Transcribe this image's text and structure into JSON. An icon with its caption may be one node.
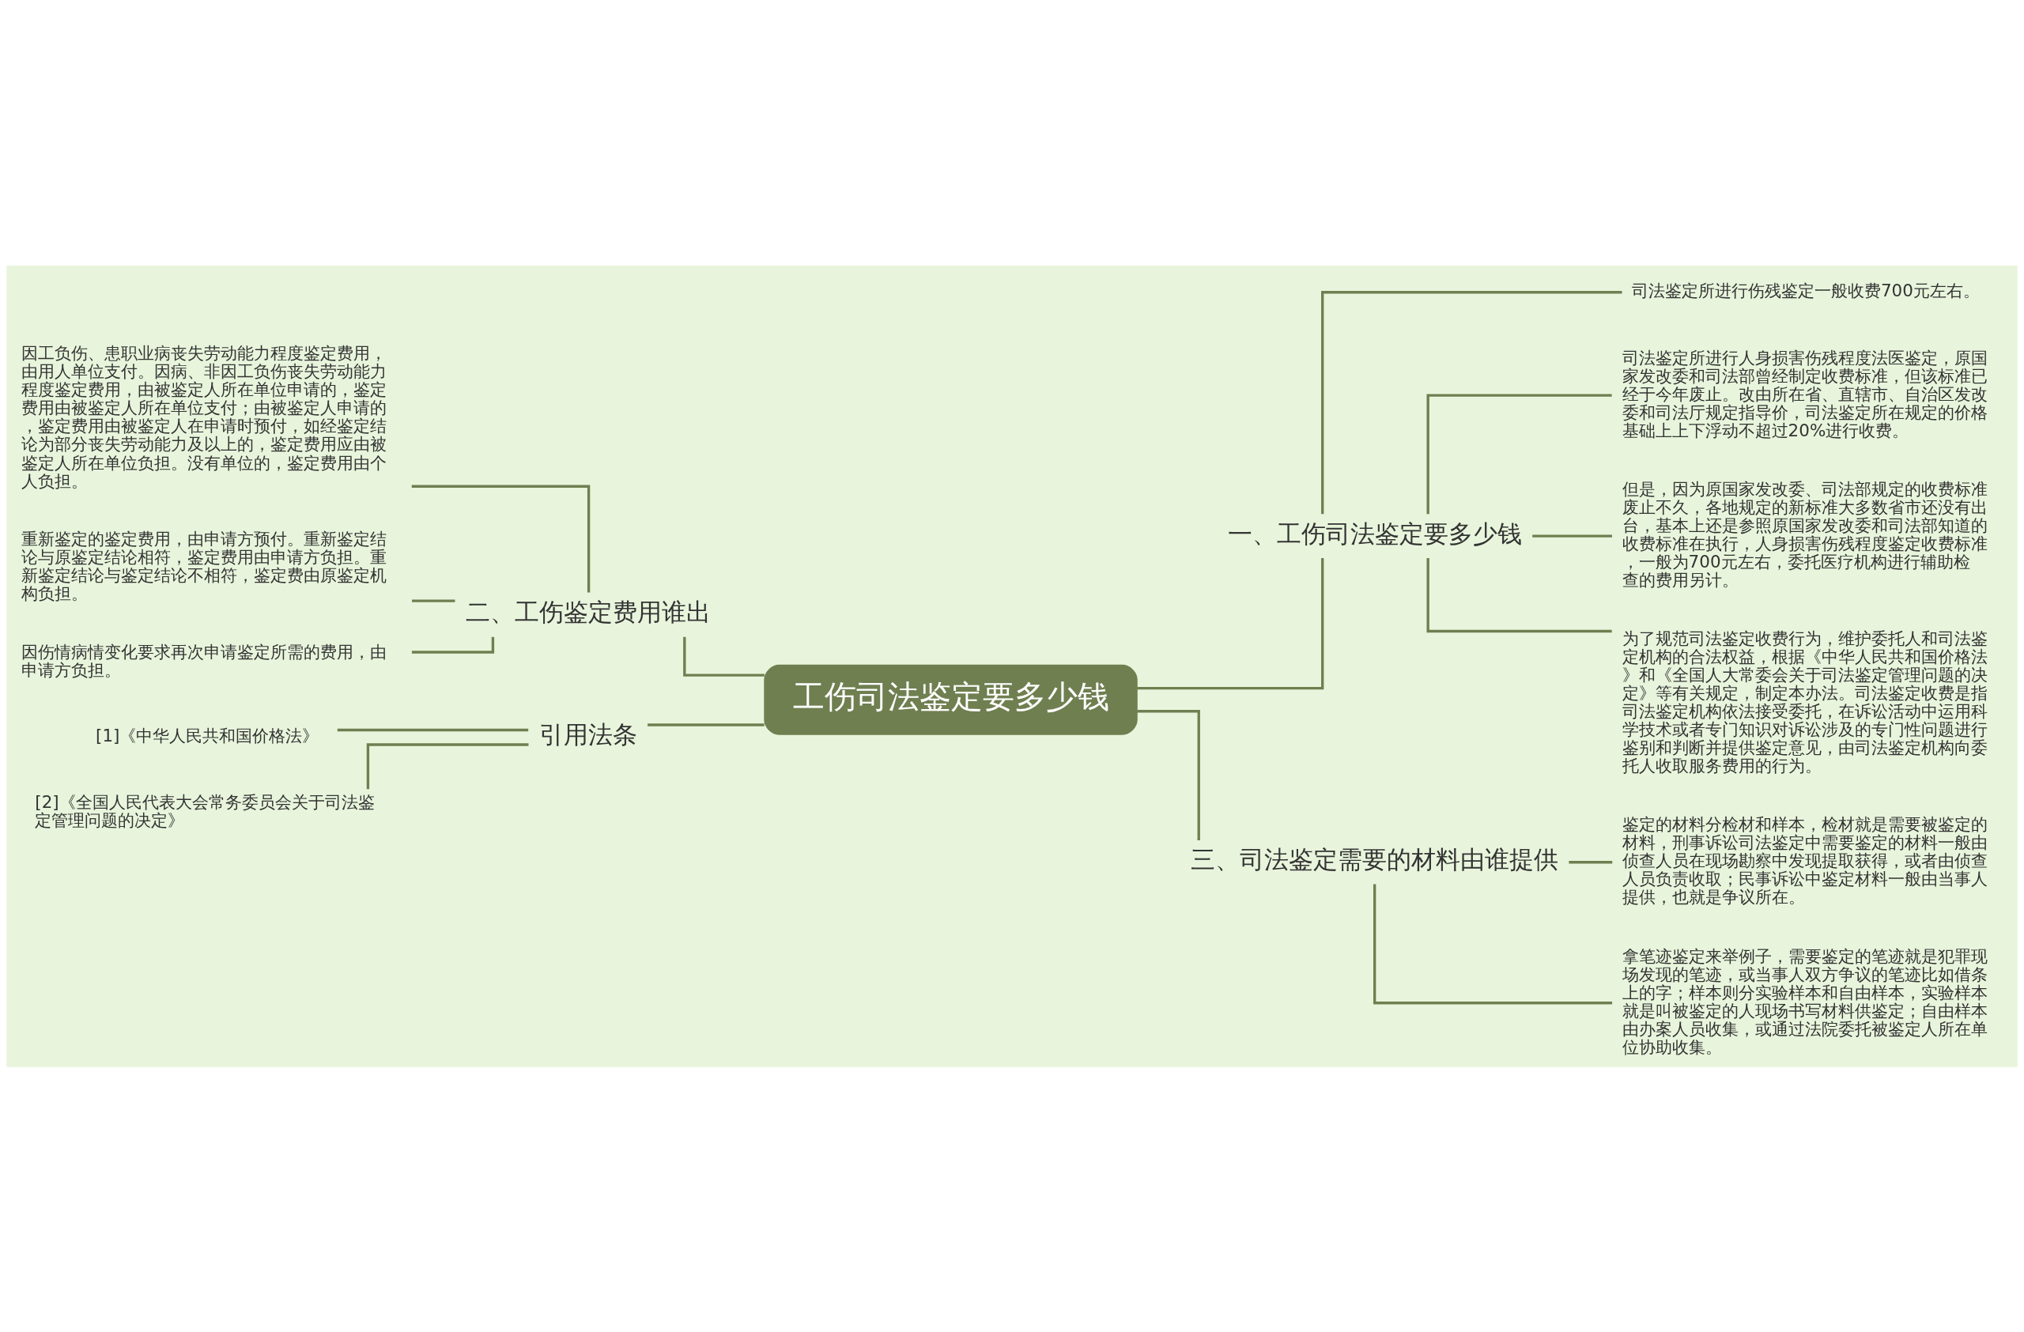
{
  "diagram": {
    "nodes": [
      {
        "text": [
          "工伤司法鉴定要多少钱"
        ]
      },
      {
        "text": [
          "一、工伤司法鉴定要多少钱"
        ]
      },
      {
        "text": [
          "司法鉴定所进行伤残鉴定一般收费700元左右。"
        ]
      },
      {
        "text": [
          "司法鉴定所进行人身损害伤残程度法医鉴定，原国家发改委和司法部曾经制定收费标准，但该标准已经于今年废止。改由所在省、直辖市、自治区发改委和司法厅规定指导价，司法鉴定所在规定的价格基础上上下浮动不超过20%进行收费。"
        ]
      },
      {
        "text": [
          "但是，因为原国家发改委、司法部规定的收费标准废止不久，各地规定的新标准大多数省市还没有出台，基本上还是参照原国家发改委和司法部知道的收费标准在执行，人身损害伤残程度鉴定收费标准，一般为700元左右，委托医疗机构进行辅助检查的费用另计。"
        ]
      },
      {
        "text": [
          "为了规范司法鉴定收费行为，维护委托人和司法鉴定机构的合法权益，根据《中华人民共和国价格法》和《全国人大常委会关于司法鉴定管理问题的决定》等有关规定，制定本办法。司法鉴定收费是指司法鉴定机构依法接受委托，在诉讼活动中运用科学技术或者专门知识对诉讼涉及的专门性问题进行鉴别和判断并提供鉴定意见，由司法鉴定机构向委托人收取服务费用的行为。"
        ]
      },
      {
        "text": [
          "三、司法鉴定需要的材料由谁提供"
        ]
      },
      {
        "text": [
          "鉴定的材料分检材和样本，检材就是需要被鉴定的材料，刑事诉讼司法鉴定中需要鉴定的材料一般由侦查人员在现场勘察中发现提取获得，或者由侦查人员负责收取；民事诉讼中鉴定材料一般由当事人提供，也就是争议所在。"
        ]
      },
      {
        "text": [
          "拿笔迹鉴定来举例子，需要鉴定的笔迹就是犯罪现场发现的笔迹，或当事人双方争议的笔迹比如借条上的字；样本则分实验样本和自由样本，实验样本就是叫被鉴定的人现场书写材料供鉴定；自由样本由办案人员收集，或通过法院委托被鉴定人所在单位协助收集。"
        ]
      },
      {
        "text": [
          "二、工伤鉴定费用谁出"
        ]
      },
      {
        "text": [
          "因工负伤、患职业病丧失劳动能力程度鉴定费用，由用人单位支付。因病、非因工负伤丧失劳动能力程度鉴定费用，由被鉴定人所在单位申请的，鉴定费用由被鉴定人所在单位支付；由被鉴定人申请的，鉴定费用由被鉴定人在申请时预付，如经鉴定结论为部分丧失劳动能力及以上的，鉴定费用应由被鉴定人所在单位负担。没有单位的，鉴定费用由个人负担。"
        ]
      },
      {
        "text": [
          "重新鉴定的鉴定费用，由申请方预付。重新鉴定结论与原鉴定结论相符，鉴定费用由申请方负担。重新鉴定结论与鉴定结论不相符，鉴定费由原鉴定机构负担。"
        ]
      },
      {
        "text": [
          "因伤情病情变化要求再次申请鉴定所需的费用，由申请方负担。"
        ]
      },
      {
        "text": [
          "引用法条"
        ]
      },
      {
        "text": [
          "[1]《中华人民共和国价格法》"
        ]
      },
      {
        "text": [
          "[2]《全国人民代表大会常务委员会关于司法鉴定管理问题的决定》"
        ]
      }
    ],
    "edges": [
      {
        "from": 0,
        "to": 1,
        "arrow": "none"
      },
      {
        "from": 1,
        "to": 2,
        "arrow": "none"
      },
      {
        "from": 1,
        "to": 3,
        "arrow": "none"
      },
      {
        "from": 1,
        "to": 4,
        "arrow": "none"
      },
      {
        "from": 1,
        "to": 5,
        "arrow": "none"
      },
      {
        "from": 0,
        "to": 6,
        "arrow": "none"
      },
      {
        "from": 6,
        "to": 7,
        "arrow": "none"
      },
      {
        "from": 6,
        "to": 8,
        "arrow": "none"
      },
      {
        "from": 0,
        "to": 9,
        "arrow": "none"
      },
      {
        "from": 9,
        "to": 10,
        "arrow": "none"
      },
      {
        "from": 9,
        "to": 11,
        "arrow": "none"
      },
      {
        "from": 9,
        "to": 12,
        "arrow": "none"
      },
      {
        "from": 0,
        "to": 13,
        "arrow": "none"
      },
      {
        "from": 13,
        "to": 14,
        "arrow": "none"
      },
      {
        "from": 13,
        "to": 15,
        "arrow": "none"
      }
    ]
  }
}
